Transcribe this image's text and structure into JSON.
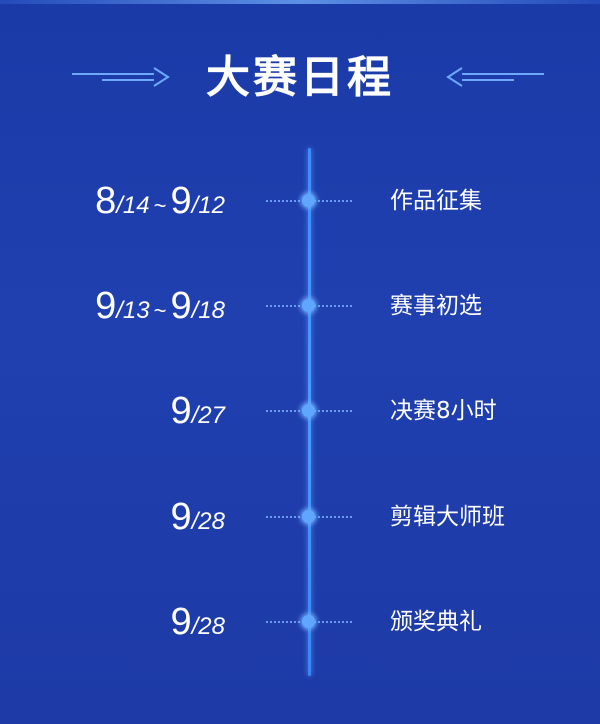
{
  "title": "大赛日程",
  "schedule": [
    {
      "date_start_major": "8",
      "date_start_minor": "/14",
      "tilde": "~",
      "date_end_major": "9",
      "date_end_minor": "/12",
      "event": "作品征集"
    },
    {
      "date_start_major": "9",
      "date_start_minor": "/13",
      "tilde": "~",
      "date_end_major": "9",
      "date_end_minor": "/18",
      "event": "赛事初选"
    },
    {
      "date_start_major": "9",
      "date_start_minor": "/27",
      "event": "决赛8小时"
    },
    {
      "date_start_major": "9",
      "date_start_minor": "/28",
      "event": "剪辑大师班"
    },
    {
      "date_start_major": "9",
      "date_start_minor": "/28",
      "event": "颁奖典礼"
    }
  ]
}
